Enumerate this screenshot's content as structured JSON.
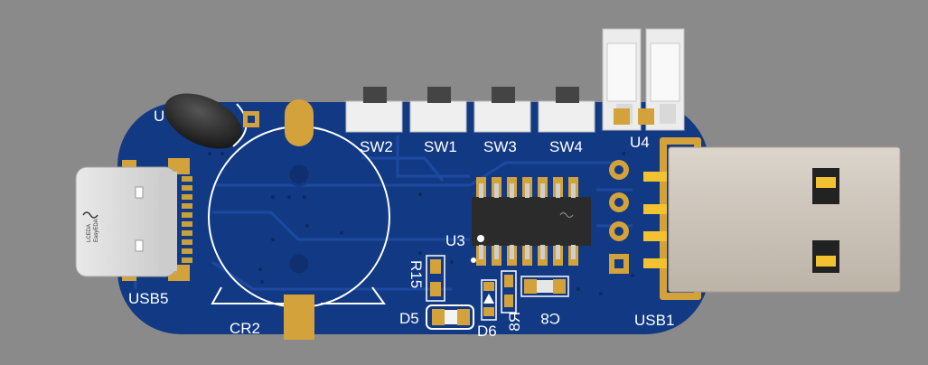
{
  "board": {
    "colors": {
      "background": "#8a8a8a",
      "pcb": "#123a84",
      "silk": "#ffffff",
      "pad": "#d4a23a",
      "chip": "#2b2b2b",
      "usb_metal": "#cfc7bd"
    },
    "labels": {
      "u_partial": "U",
      "sw2": "SW2",
      "sw1": "SW1",
      "sw3": "SW3",
      "sw4": "SW4",
      "u4": "U4",
      "u3": "U3",
      "r15": "R15",
      "d5": "D5",
      "d6": "D6",
      "r8": "R8",
      "c8": "C8",
      "usb5": "USB5",
      "cr2": "CR2",
      "usb1": "USB1"
    },
    "usbc_marking": {
      "line1": "LCEDA",
      "line2": "EasyEDA"
    }
  }
}
